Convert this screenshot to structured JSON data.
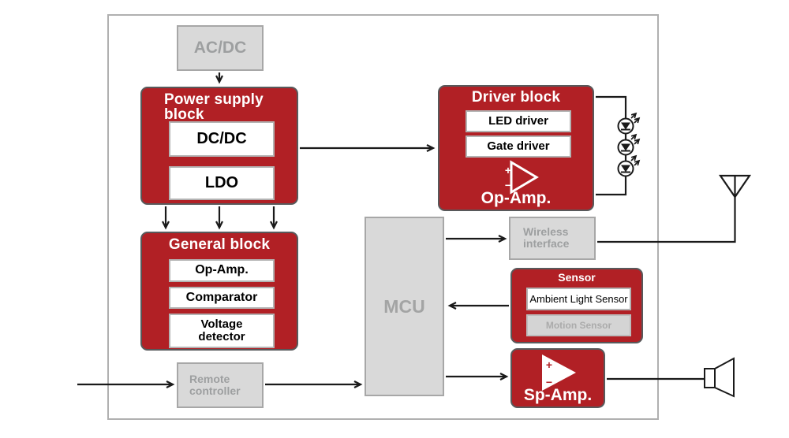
{
  "colors": {
    "block_red": "#b12025",
    "red_border": "#58595b",
    "gray_fill": "#d9d9d9",
    "gray_border": "#a7a7a7",
    "gray_text": "#9d9fa0",
    "line_black": "#1a1a1a",
    "outer_border": "#b0b0b0"
  },
  "blocks": {
    "acdc": {
      "label": "AC/DC"
    },
    "power_supply": {
      "title": "Power supply block",
      "items": [
        "DC/DC",
        "LDO"
      ]
    },
    "driver": {
      "title": "Driver block",
      "items": [
        "LED driver",
        "Gate driver"
      ],
      "opamp_label": "Op-Amp."
    },
    "general": {
      "title": "General block",
      "items": [
        "Op-Amp.",
        "Comparator",
        "Voltage detector"
      ]
    },
    "mcu": {
      "label": "MCU"
    },
    "wireless": {
      "label": "Wireless interface"
    },
    "remote": {
      "label": "Remote controller"
    },
    "sensor": {
      "title": "Sensor",
      "items": [
        "Ambient Light Sensor",
        "Motion Sensor"
      ]
    },
    "sp_amp": {
      "label": "Sp-Amp."
    }
  },
  "symbols": {
    "opamp_plus": "+",
    "opamp_minus": "−"
  }
}
